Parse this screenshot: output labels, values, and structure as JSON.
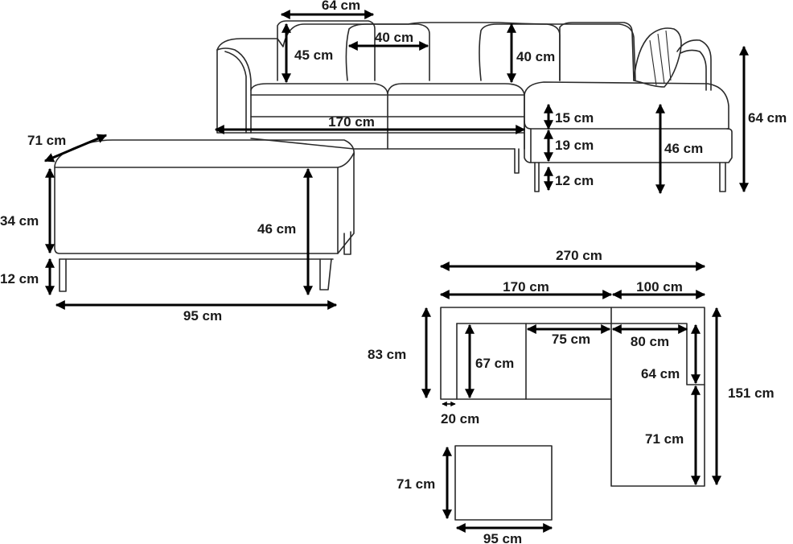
{
  "dimensions": {
    "back_cushion_width": "64 cm",
    "back_cushion_height": "45 cm",
    "pillow_width": "40 cm",
    "pillow_height": "40 cm",
    "sofa_length": "170 cm",
    "armrest_offset": "15 cm",
    "seat_cushion_height": "19 cm",
    "leg_height_sofa": "12 cm",
    "seat_height": "46 cm",
    "total_height": "64 cm",
    "ottoman_depth": "71 cm",
    "ottoman_body_height": "34 cm",
    "ottoman_leg_height": "12 cm",
    "ottoman_height": "46 cm",
    "ottoman_width": "95 cm",
    "plan_total_width": "270 cm",
    "plan_sofa_width": "170 cm",
    "plan_chaise_width": "100 cm",
    "plan_depth": "83 cm",
    "plan_seat_depth": "67 cm",
    "plan_seat_width": "75 cm",
    "plan_chaise_seat_width": "80 cm",
    "plan_chaise_depth_upper": "64 cm",
    "plan_chaise_depth_lower": "71 cm",
    "plan_chaise_total_depth": "151 cm",
    "plan_arm_width": "20 cm",
    "plan_ottoman_depth": "71 cm",
    "plan_ottoman_width": "95 cm"
  }
}
